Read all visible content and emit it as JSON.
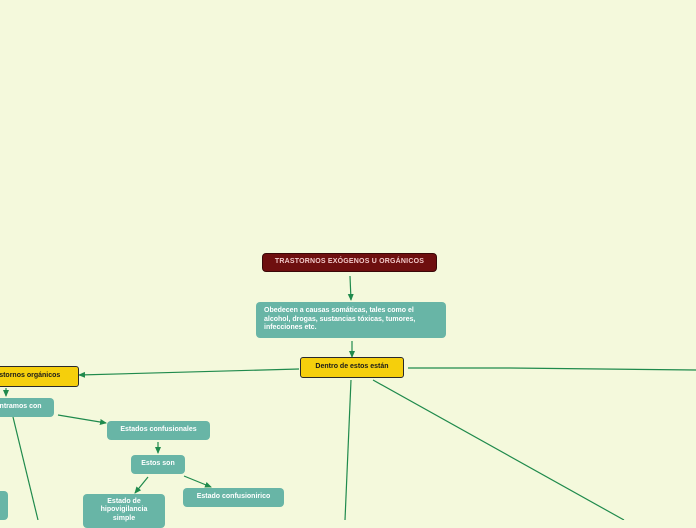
{
  "colors": {
    "background": "#f4f9dc",
    "connector": "#1f8a4c",
    "root_fill": "#6e0f0f",
    "teal_fill": "#68b5a6",
    "yellow_fill": "#f5cf0c"
  },
  "nodes": {
    "root": "TRASTORNOS EXÓGENOS U ORGÁNICOS",
    "description": "Obedecen a causas somáticas, tales como el alcohol, drogas, sustancias tóxicas, tumores, infecciones etc.",
    "hub": "Dentro de estos están",
    "organic": "Trastornos orgánicos",
    "encounter": "Encontramos con",
    "confusional": "Estados confusionales",
    "these_are": "Estos son",
    "hypovigilance": "Estado de hipovigilancia simple",
    "confusion_oniric": "Estado confusionirico"
  }
}
